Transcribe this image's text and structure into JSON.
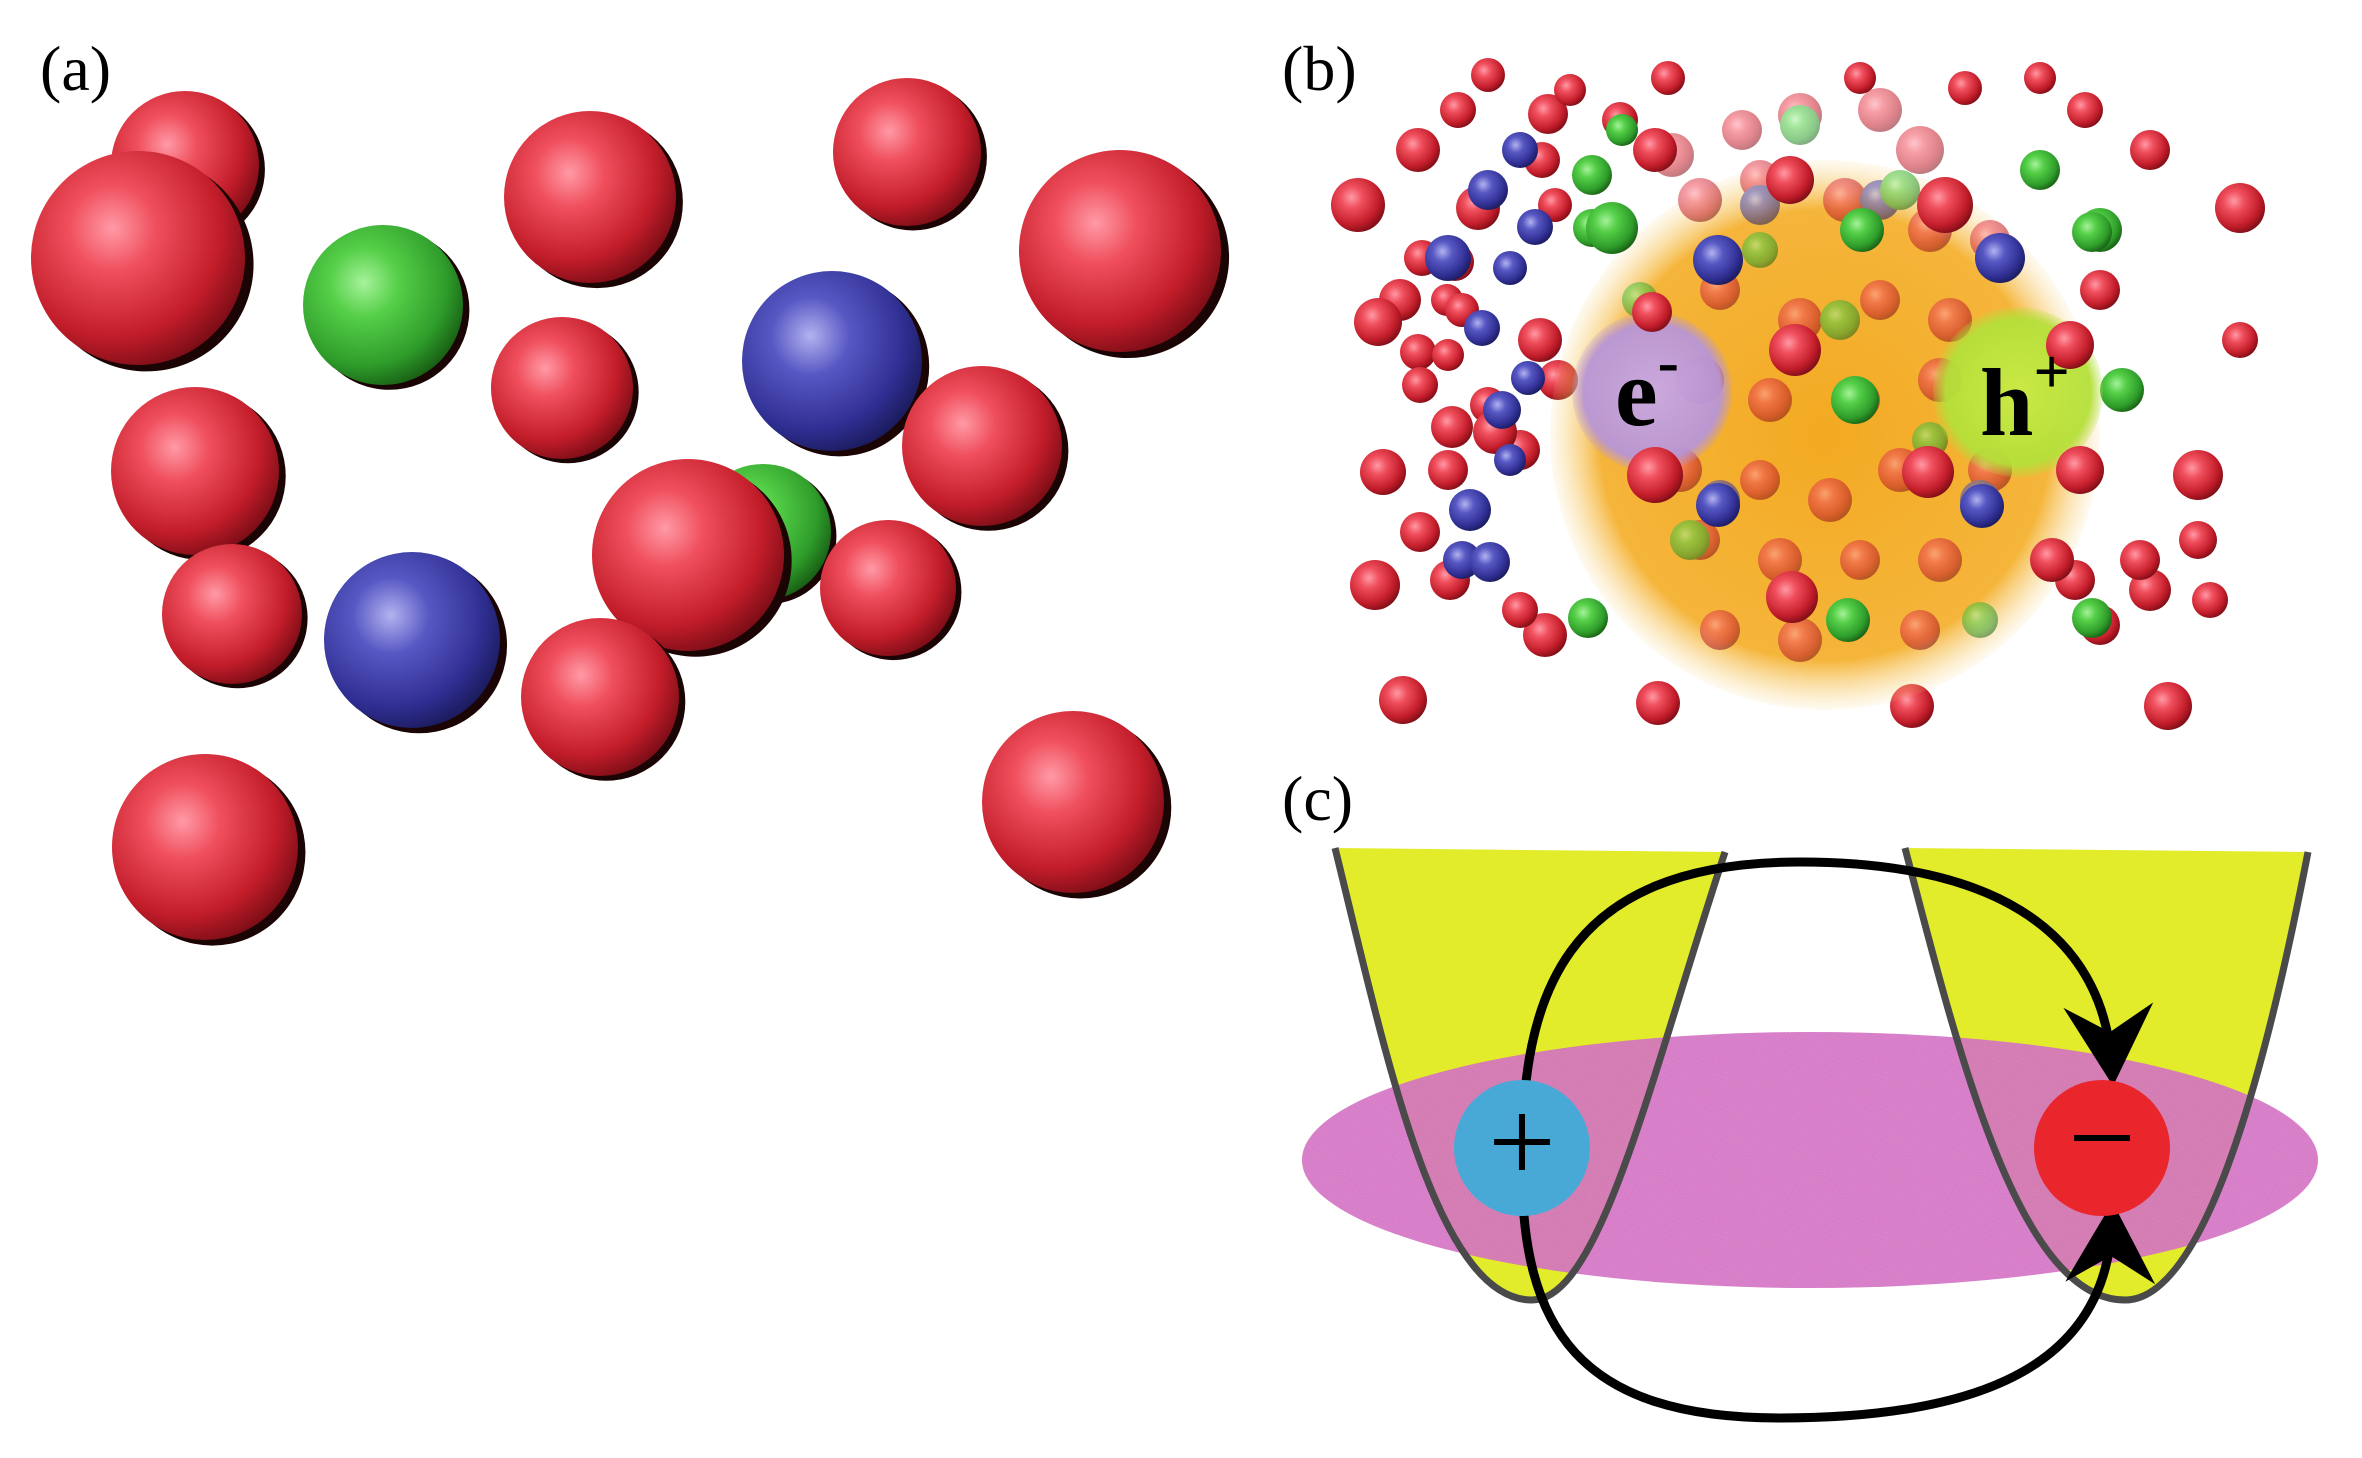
{
  "figure": {
    "panel_a": {
      "label": "(a)"
    },
    "panel_b": {
      "label": "(b)",
      "electron_label": "e",
      "electron_sup": "-",
      "hole_label": "h",
      "hole_sup": "+"
    },
    "panel_c": {
      "label": "(c)",
      "positive_sign": "+",
      "negative_sign": "−"
    }
  },
  "colors": {
    "red_particle": "#d62a35",
    "blue_particle": "#3a3a9c",
    "green_particle": "#3cb43a",
    "orange_cloud": "#f2a516",
    "purple_electron": "#b795d6",
    "green_hole": "#b8e23c",
    "yellow_well": "#e2ec2a",
    "magenta_disk": "#c84fb4",
    "cyan_charge": "#49a9d6",
    "red_charge": "#e8262c"
  }
}
